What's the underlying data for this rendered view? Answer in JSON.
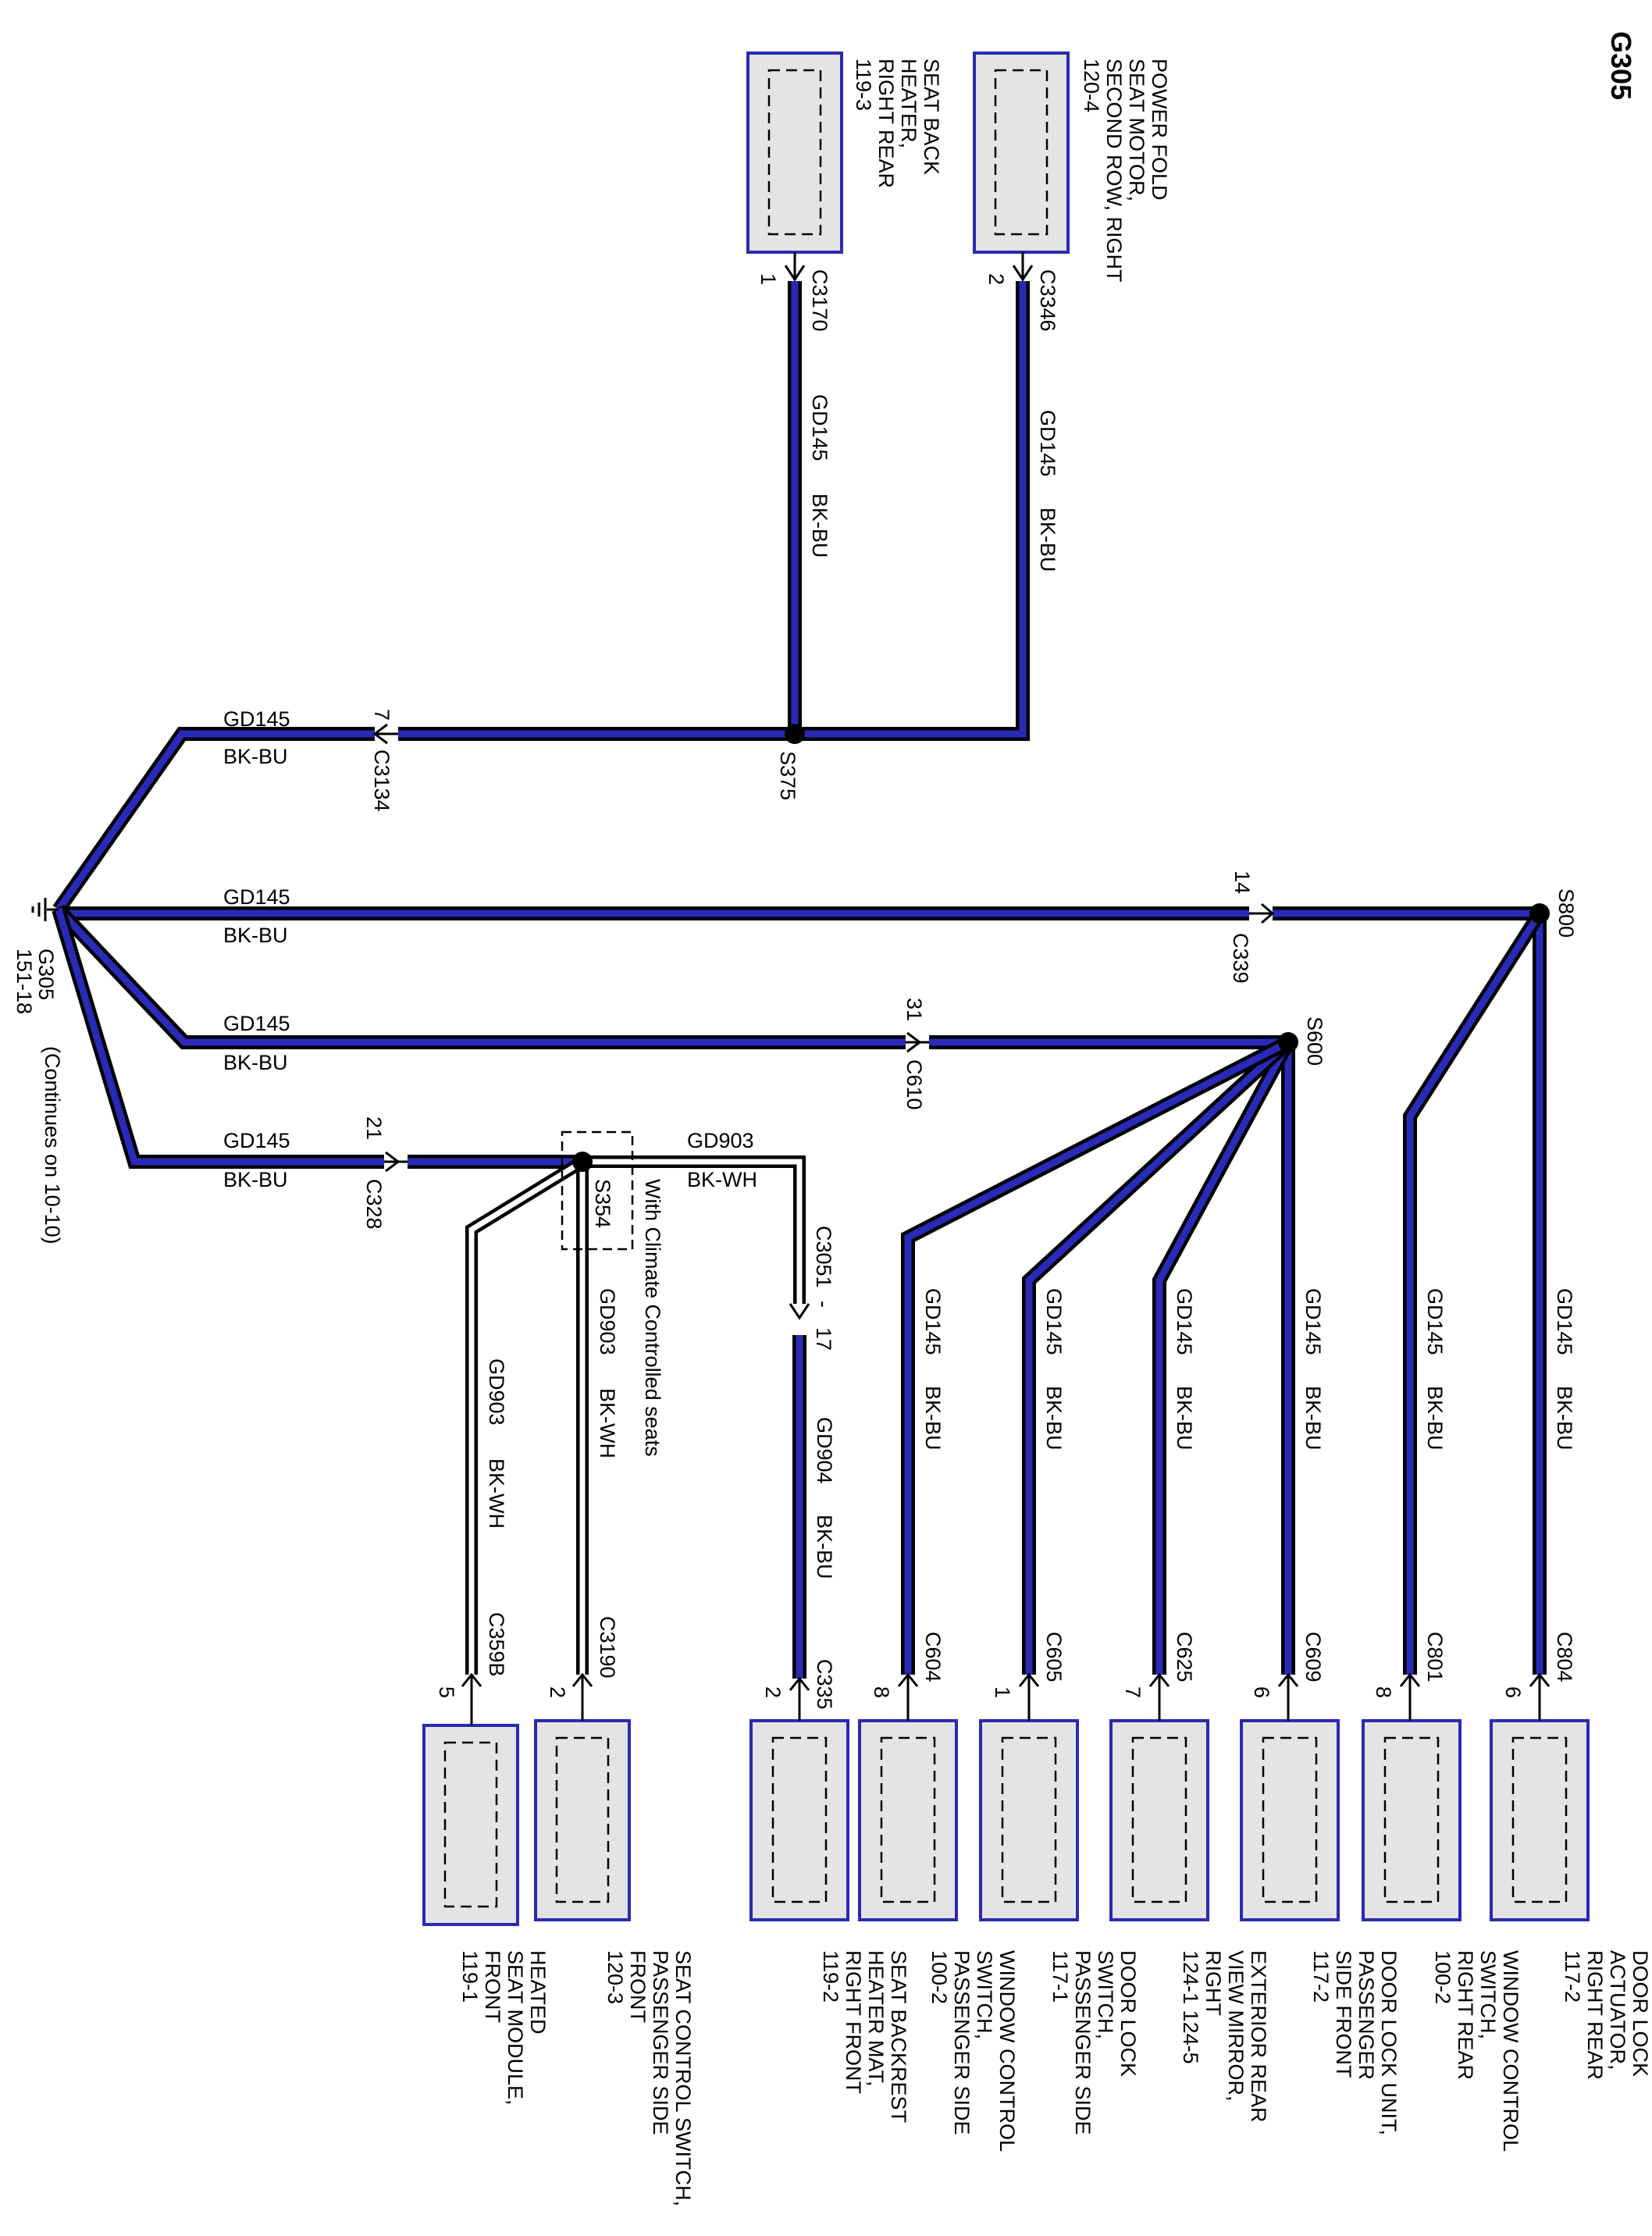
{
  "page_label": "G305",
  "ground": {
    "name": "G305",
    "ref": "151-18",
    "continues": "(Continues on 10-10)"
  },
  "top_components": [
    {
      "lines": [
        "POWER FOLD",
        "SEAT MOTOR,",
        "SECOND ROW, RIGHT",
        "120-4"
      ],
      "connector": "C3346",
      "pin": "2",
      "wire": "GD145",
      "color": "BK-BU"
    },
    {
      "lines": [
        "SEAT BACK",
        "HEATER,",
        "RIGHT REAR",
        "119-3"
      ],
      "connector": "C3170",
      "pin": "1",
      "wire": "GD145",
      "color": "BK-BU"
    }
  ],
  "splices": {
    "s375": "S375",
    "s800": "S800",
    "s600": "S600",
    "s354": "S354"
  },
  "ground_branches": [
    {
      "wire": "GD145",
      "color": "BK-BU",
      "connector": "C3134",
      "pin": "7"
    },
    {
      "wire": "GD145",
      "color": "BK-BU",
      "connector": "C339",
      "pin": "14"
    },
    {
      "wire": "GD145",
      "color": "BK-BU",
      "connector": "C610",
      "pin": "31"
    },
    {
      "wire": "GD145",
      "color": "BK-BU",
      "connector": "C328",
      "pin": "21"
    }
  ],
  "s354_note": "With Climate Controlled seats",
  "gd903_run": {
    "wire": "GD903",
    "color": "BK-WH",
    "connector": "C3051",
    "dash": "-",
    "pin": "17"
  },
  "bottom_components": [
    {
      "lines": [
        "DOOR LOCK",
        "ACTUATOR,",
        "RIGHT REAR",
        "117-2"
      ],
      "connector": "C804",
      "pin": "6",
      "wire": "GD145",
      "color": "BK-BU"
    },
    {
      "lines": [
        "WINDOW CONTROL",
        "SWITCH,",
        "RIGHT REAR",
        "100-2"
      ],
      "connector": "C801",
      "pin": "8",
      "wire": "GD145",
      "color": "BK-BU"
    },
    {
      "lines": [
        "DOOR LOCK UNIT,",
        "PASSENGER",
        "SIDE FRONT",
        "117-2"
      ],
      "connector": "C609",
      "pin": "6",
      "wire": "GD145",
      "color": "BK-BU"
    },
    {
      "lines": [
        "EXTERIOR REAR",
        "VIEW MIRROR,",
        "RIGHT",
        "124-1    124-5"
      ],
      "connector": "C625",
      "pin": "7",
      "wire": "GD145",
      "color": "BK-BU"
    },
    {
      "lines": [
        "DOOR LOCK",
        "SWITCH,",
        "PASSENGER SIDE",
        "117-1"
      ],
      "connector": "C605",
      "pin": "1",
      "wire": "GD145",
      "color": "BK-BU"
    },
    {
      "lines": [
        "WINDOW CONTROL",
        "SWITCH,",
        "PASSENGER SIDE",
        "100-2"
      ],
      "connector": "C604",
      "pin": "8",
      "wire": "GD145",
      "color": "BK-BU"
    },
    {
      "lines": [
        "SEAT BACKREST",
        "HEATER MAT,",
        "RIGHT FRONT",
        "119-2"
      ],
      "connector": "C335",
      "pin": "2",
      "wire": "GD904",
      "color": "BK-BU"
    },
    {
      "lines": [
        "SEAT CONTROL SWITCH,",
        "PASSENGER SIDE",
        "FRONT",
        "120-3"
      ],
      "connector": "C3190",
      "pin": "2",
      "wire": "GD903",
      "color": "BK-WH"
    },
    {
      "lines": [
        "HEATED",
        "SEAT MODULE,",
        "FRONT",
        "119-1"
      ],
      "connector": "C359B",
      "pin": "5",
      "wire": "GD903",
      "color": "BK-WH"
    }
  ],
  "colors": {
    "wire_blue": "#2a2ab8",
    "box_fill": "#e4e4e4",
    "box_border": "#2a2ab0"
  }
}
